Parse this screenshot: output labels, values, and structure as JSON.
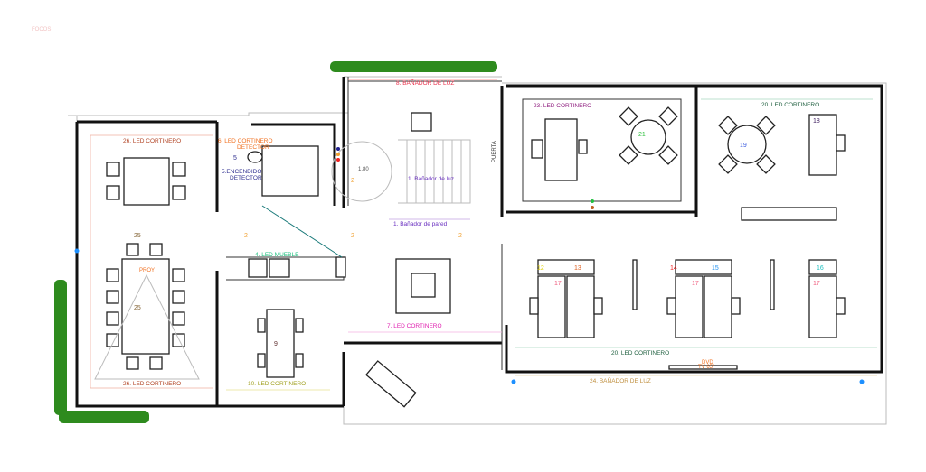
{
  "title": "_ FOCOS",
  "colors": {
    "wall": "#111111",
    "plant": "#2e8b1e",
    "stairs_line": "#1a7a7a"
  },
  "labels": {
    "banador_8": "8. BAÑADOR DE LUZ",
    "led26_top": "26. LED CORTINERO",
    "led6": "6. LED CORTINERO",
    "led6_sub": "DETECTOR",
    "enc5": "5.ENCENDIDO",
    "enc5_sub": "DETECTOR",
    "led23": "23. LED CORTINERO",
    "led20_top": "20. LED CORTINERO",
    "banador1_luz": "1. Bañador de luz",
    "banador1_pared": "1. Bañador de pared",
    "led4": "4. LED MUEBLE",
    "led7": "7. LED CORTINERO",
    "led26_bottom": "26. LED CORTINERO",
    "led10": "10. LED CORTINERO",
    "led20_bottom": "20. LED CORTINERO",
    "banador24": "24. BAÑADOR DE LUZ",
    "proy": "PROY",
    "dvd": "DVD",
    "tv": "TV 65\"",
    "dimension": "1.80",
    "stair_note": "PUERTA"
  },
  "fixtures": {
    "f25a": "25",
    "f25b": "25",
    "f2a": "2",
    "f2b": "2",
    "f2c": "2",
    "f2d": "2",
    "f21": "21",
    "f19": "19",
    "f18": "18",
    "f9": "9",
    "f5": "5",
    "f12": "12",
    "f13": "13",
    "f14": "14",
    "f15": "15",
    "f16": "16",
    "f17a": "17",
    "f17b": "17",
    "f17c": "17"
  }
}
